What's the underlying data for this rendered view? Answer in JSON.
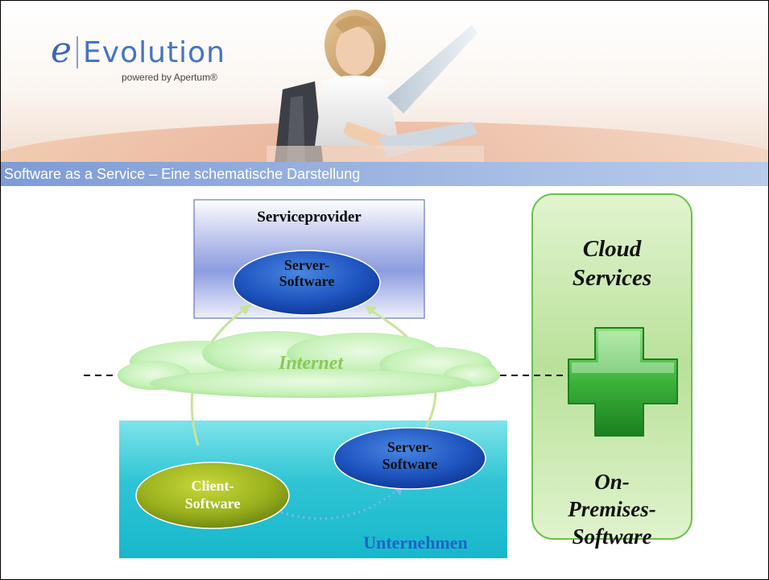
{
  "header": {
    "logo_e": "e",
    "logo_name": "Evolution",
    "logo_subtitle": "powered by Apertum®"
  },
  "slide_title": "Software as a Service – Eine schematische Darstellung",
  "diagram": {
    "serviceprovider": "Serviceprovider",
    "server_software_top": [
      "Server-",
      "Software"
    ],
    "internet": "Internet",
    "unternehmen": "Unternehmen",
    "client_software": [
      "Client-",
      "Software"
    ],
    "server_software_bottom": [
      "Server-",
      "Software"
    ],
    "cloud_services": [
      "Cloud",
      "Services"
    ],
    "on_premises": [
      "On-",
      "Premises-",
      "Software"
    ]
  },
  "colors": {
    "title_bar": "#8aa6dc",
    "provider_box": "#7f93d9",
    "server_ellipse": "#1f55c0",
    "client_ellipse": "#9bb21e",
    "cloud": "#c6f1b8",
    "unternehmen_box": "#28c8d6",
    "cloud_panel": "#c4e7a4",
    "plus": "#3bb33a"
  },
  "icons": [
    "green-plus-icon",
    "woman-laptop-photo"
  ]
}
